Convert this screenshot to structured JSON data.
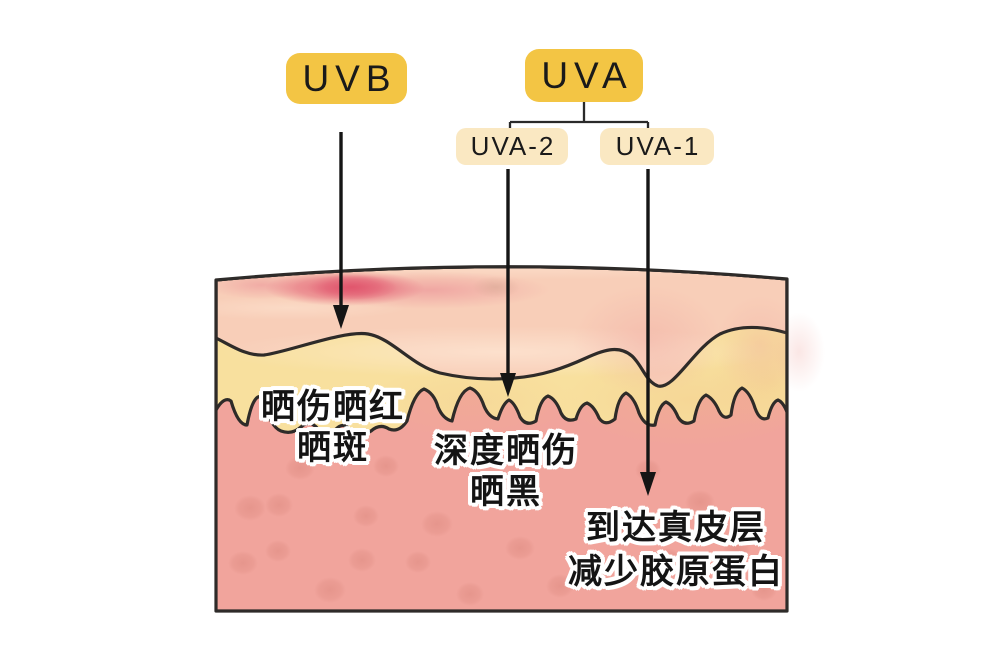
{
  "uv_boxes": {
    "uvb": {
      "label": "UVB"
    },
    "uva": {
      "label": "UVA"
    },
    "uva2": {
      "label": "UVA-2"
    },
    "uva1": {
      "label": "UVA-1"
    }
  },
  "effect_labels": {
    "uvb": {
      "line1": "晒伤晒红",
      "line2": "晒斑"
    },
    "uva2": {
      "line1": "深度晒伤",
      "line2": "晒黑"
    },
    "uva1": {
      "line1": "到达真皮层",
      "line2": "减少胶原蛋白"
    }
  },
  "colors": {
    "c-gold": "#F3C544",
    "c-cream": "#FAE8C2",
    "c-surface": "#F8CEB8",
    "c-epidermis": "#F8E09E",
    "c-dermis": "#F1A49C",
    "c-sunburn-red": "#E0536B",
    "c-outline": "#2E2B29",
    "c-arrow": "#151515",
    "c-text": "#1A1A1A"
  }
}
